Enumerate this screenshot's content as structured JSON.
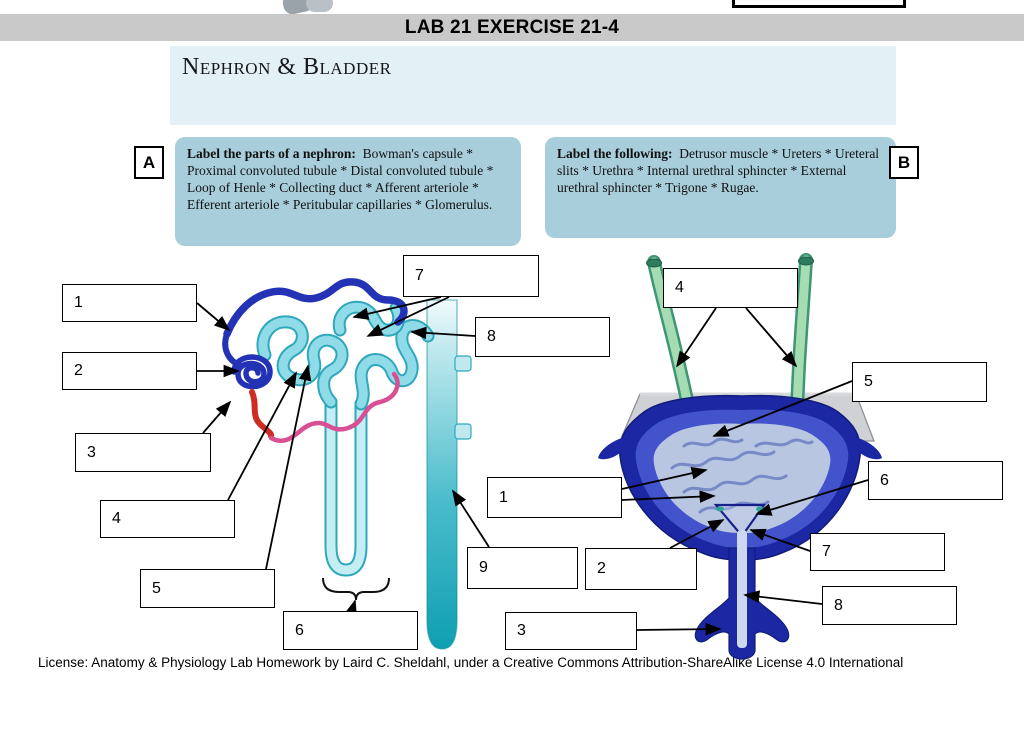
{
  "title_bar": {
    "text": "LAB 21 EXERCISE 21-4"
  },
  "worksheet": {
    "heading": "Nephron & Bladder",
    "section_a": {
      "label": "A",
      "lead": "Label the parts of a nephron:",
      "items": "Bowman's capsule * Proximal convoluted tubule * Distal convoluted tubule * Loop of Henle * Collecting duct * Afferent arteriole * Efferent arteriole * Peritubular capillaries * Glomerulus."
    },
    "section_b": {
      "label": "B",
      "lead": "Label the following:",
      "items": "Detrusor muscle * Ureters * Ureteral slits * Urethra * Internal urethral sphincter * External urethral sphincter * Trigone * Rugae."
    },
    "license": "License: Anatomy & Physiology Lab Homework by Laird C. Sheldahl, under a Creative Commons Attribution-ShareAlike License 4.0 International"
  },
  "nephron_diagram": {
    "answer_labels": [
      "1",
      "2",
      "3",
      "4",
      "5",
      "6",
      "7",
      "8",
      "9"
    ]
  },
  "bladder_diagram": {
    "answer_labels": [
      "1",
      "2",
      "3",
      "4",
      "5",
      "6",
      "7",
      "8"
    ]
  },
  "colors": {
    "title_bar_bg": "#c9c9c9",
    "heading_panel_bg": "#e3f1f6",
    "instruction_box_bg": "#a8cedb",
    "tubule_cyan": "#8fdce8",
    "collecting_duct_teal": "#0f9fb2",
    "arteriole_blue": "#2433b5",
    "efferent_red": "#cf2d24",
    "capillary_pink": "#d94f93",
    "ureter_green": "#a5dcb2",
    "bladder_blue": "#1c27a3",
    "lumen_blue": "#b9c6e2"
  }
}
